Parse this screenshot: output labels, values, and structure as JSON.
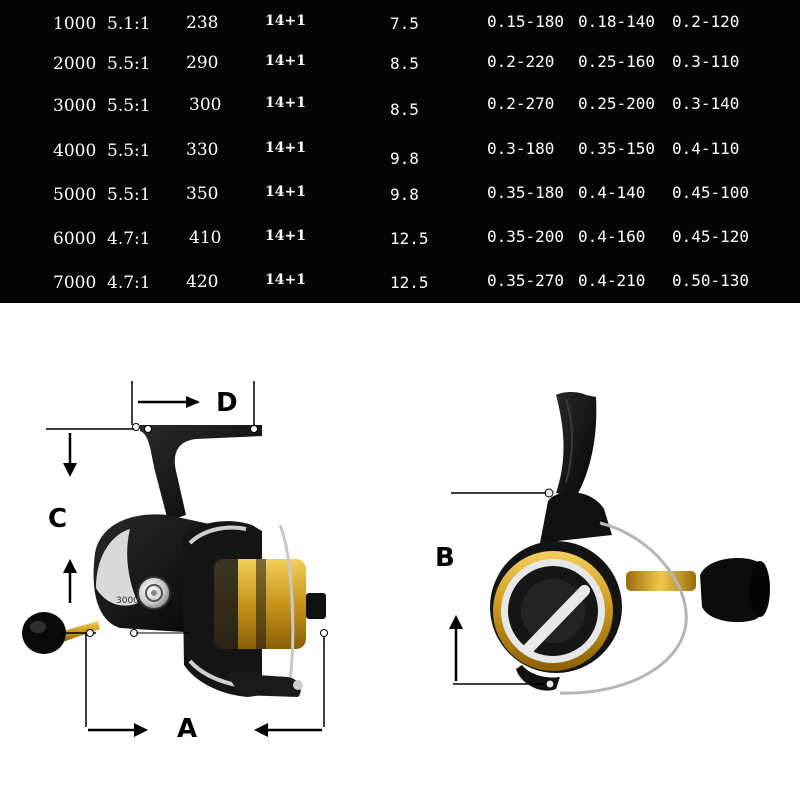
{
  "spec_table": {
    "rows": [
      {
        "model": "1000",
        "gear_ratio": "5.1:1",
        "weight": "238",
        "bearings": "14+1",
        "max_drag": "7.5",
        "line_1": "0.15-180",
        "line_2": "0.18-140",
        "line_3": "0.2-120"
      },
      {
        "model": "2000",
        "gear_ratio": "5.5:1",
        "weight": "290",
        "bearings": "14+1",
        "max_drag": "8.5",
        "line_1": "0.2-220",
        "line_2": "0.25-160",
        "line_3": "0.3-110"
      },
      {
        "model": "3000",
        "gear_ratio": "5.5:1",
        "weight": "300",
        "bearings": "14+1",
        "max_drag": "8.5",
        "line_1": "0.2-270",
        "line_2": "0.25-200",
        "line_3": "0.3-140"
      },
      {
        "model": "4000",
        "gear_ratio": "5.5:1",
        "weight": "330",
        "bearings": "14+1",
        "max_drag": "9.8",
        "line_1": "0.3-180",
        "line_2": "0.35-150",
        "line_3": "0.4-110"
      },
      {
        "model": "5000",
        "gear_ratio": "5.5:1",
        "weight": "350",
        "bearings": "14+1",
        "max_drag": "9.8",
        "line_1": "0.35-180",
        "line_2": "0.4-140",
        "line_3": "0.45-100"
      },
      {
        "model": "6000",
        "gear_ratio": "4.7:1",
        "weight": "410",
        "bearings": "14+1",
        "max_drag": "12.5",
        "line_1": "0.35-200",
        "line_2": "0.4-160",
        "line_3": "0.45-120"
      },
      {
        "model": "7000",
        "gear_ratio": "4.7:1",
        "weight": "420",
        "bearings": "14+1",
        "max_drag": "12.5",
        "line_1": "0.35-270",
        "line_2": "0.4-210",
        "line_3": "0.50-130"
      }
    ]
  },
  "diagram": {
    "labels": {
      "a": "A",
      "b": "B",
      "c": "C",
      "d": "D"
    },
    "spool_model_text": "3000",
    "colors": {
      "gold": "#d4a017",
      "body": "#0d0d0d",
      "chrome": "#bfbfbf",
      "dim_line": "#000000"
    }
  }
}
